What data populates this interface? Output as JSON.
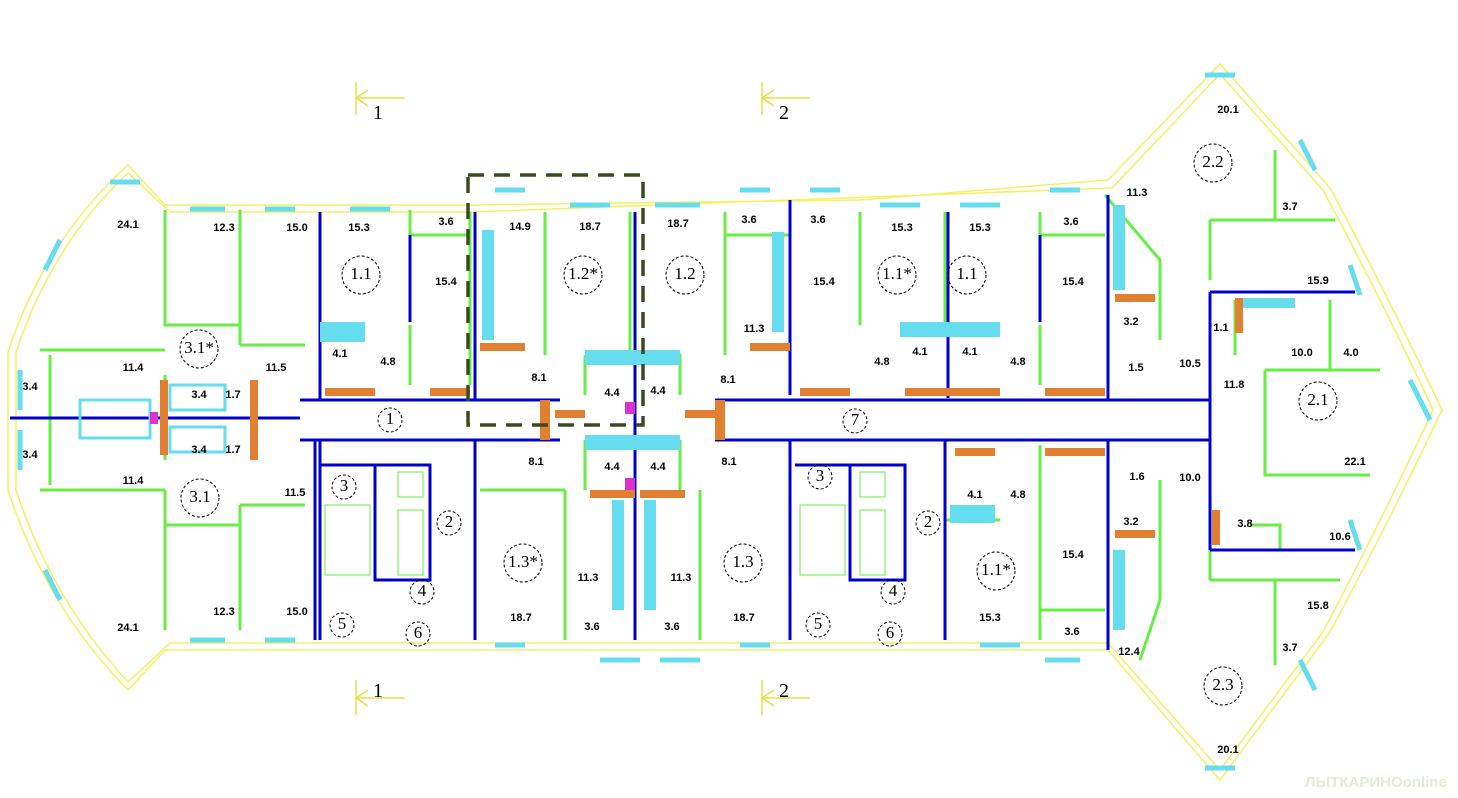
{
  "plan": {
    "area_labels": [
      "24.1",
      "12.3",
      "15.0",
      "15.3",
      "3.6",
      "15.4",
      "11.4",
      "11.5",
      "3.4",
      "3.4",
      "1.7",
      "4.1",
      "4.8",
      "3.4",
      "3.4",
      "1.7",
      "11.4",
      "11.5",
      "12.3",
      "15.0",
      "24.1",
      "14.9",
      "18.7",
      "18.7",
      "3.6",
      "3.6",
      "15.4",
      "15.3",
      "15.3",
      "11.3",
      "8.1",
      "4.4",
      "4.4",
      "8.1",
      "4.8",
      "4.1",
      "4.1",
      "4.8",
      "15.4",
      "3.6",
      "8.1",
      "4.4",
      "4.4",
      "8.1",
      "11.3",
      "11.3",
      "18.7",
      "3.6",
      "3.6",
      "18.7",
      "4.1",
      "4.8",
      "15.4",
      "15.3",
      "3.6",
      "20.1",
      "11.3",
      "3.7",
      "15.9",
      "3.2",
      "1.5",
      "10.5",
      "1.1",
      "10.0",
      "4.0",
      "11.8",
      "22.1",
      "1.6",
      "10.0",
      "3.2",
      "3.8",
      "10.6",
      "12.4",
      "15.8",
      "3.7",
      "20.1"
    ],
    "unit_codes": [
      "1.1",
      "3.1*",
      "1",
      "3.1",
      "3",
      "2",
      "4",
      "5",
      "6",
      "1.2*",
      "1.2",
      "1.1*",
      "1.1",
      "7",
      "1.3*",
      "1.3",
      "3",
      "2",
      "4",
      "5",
      "6",
      "1.1*",
      "2.2",
      "2.1",
      "2.3"
    ],
    "section_markers": [
      "1",
      "2",
      "1",
      "2"
    ]
  },
  "colors": {
    "outline": "#ffff66",
    "wall": "#66ee44",
    "bearing": "#0000cc",
    "window": "#66ddee",
    "selection": "#3a4a1e"
  },
  "watermark": "ЛЫТКАРИНОonline"
}
